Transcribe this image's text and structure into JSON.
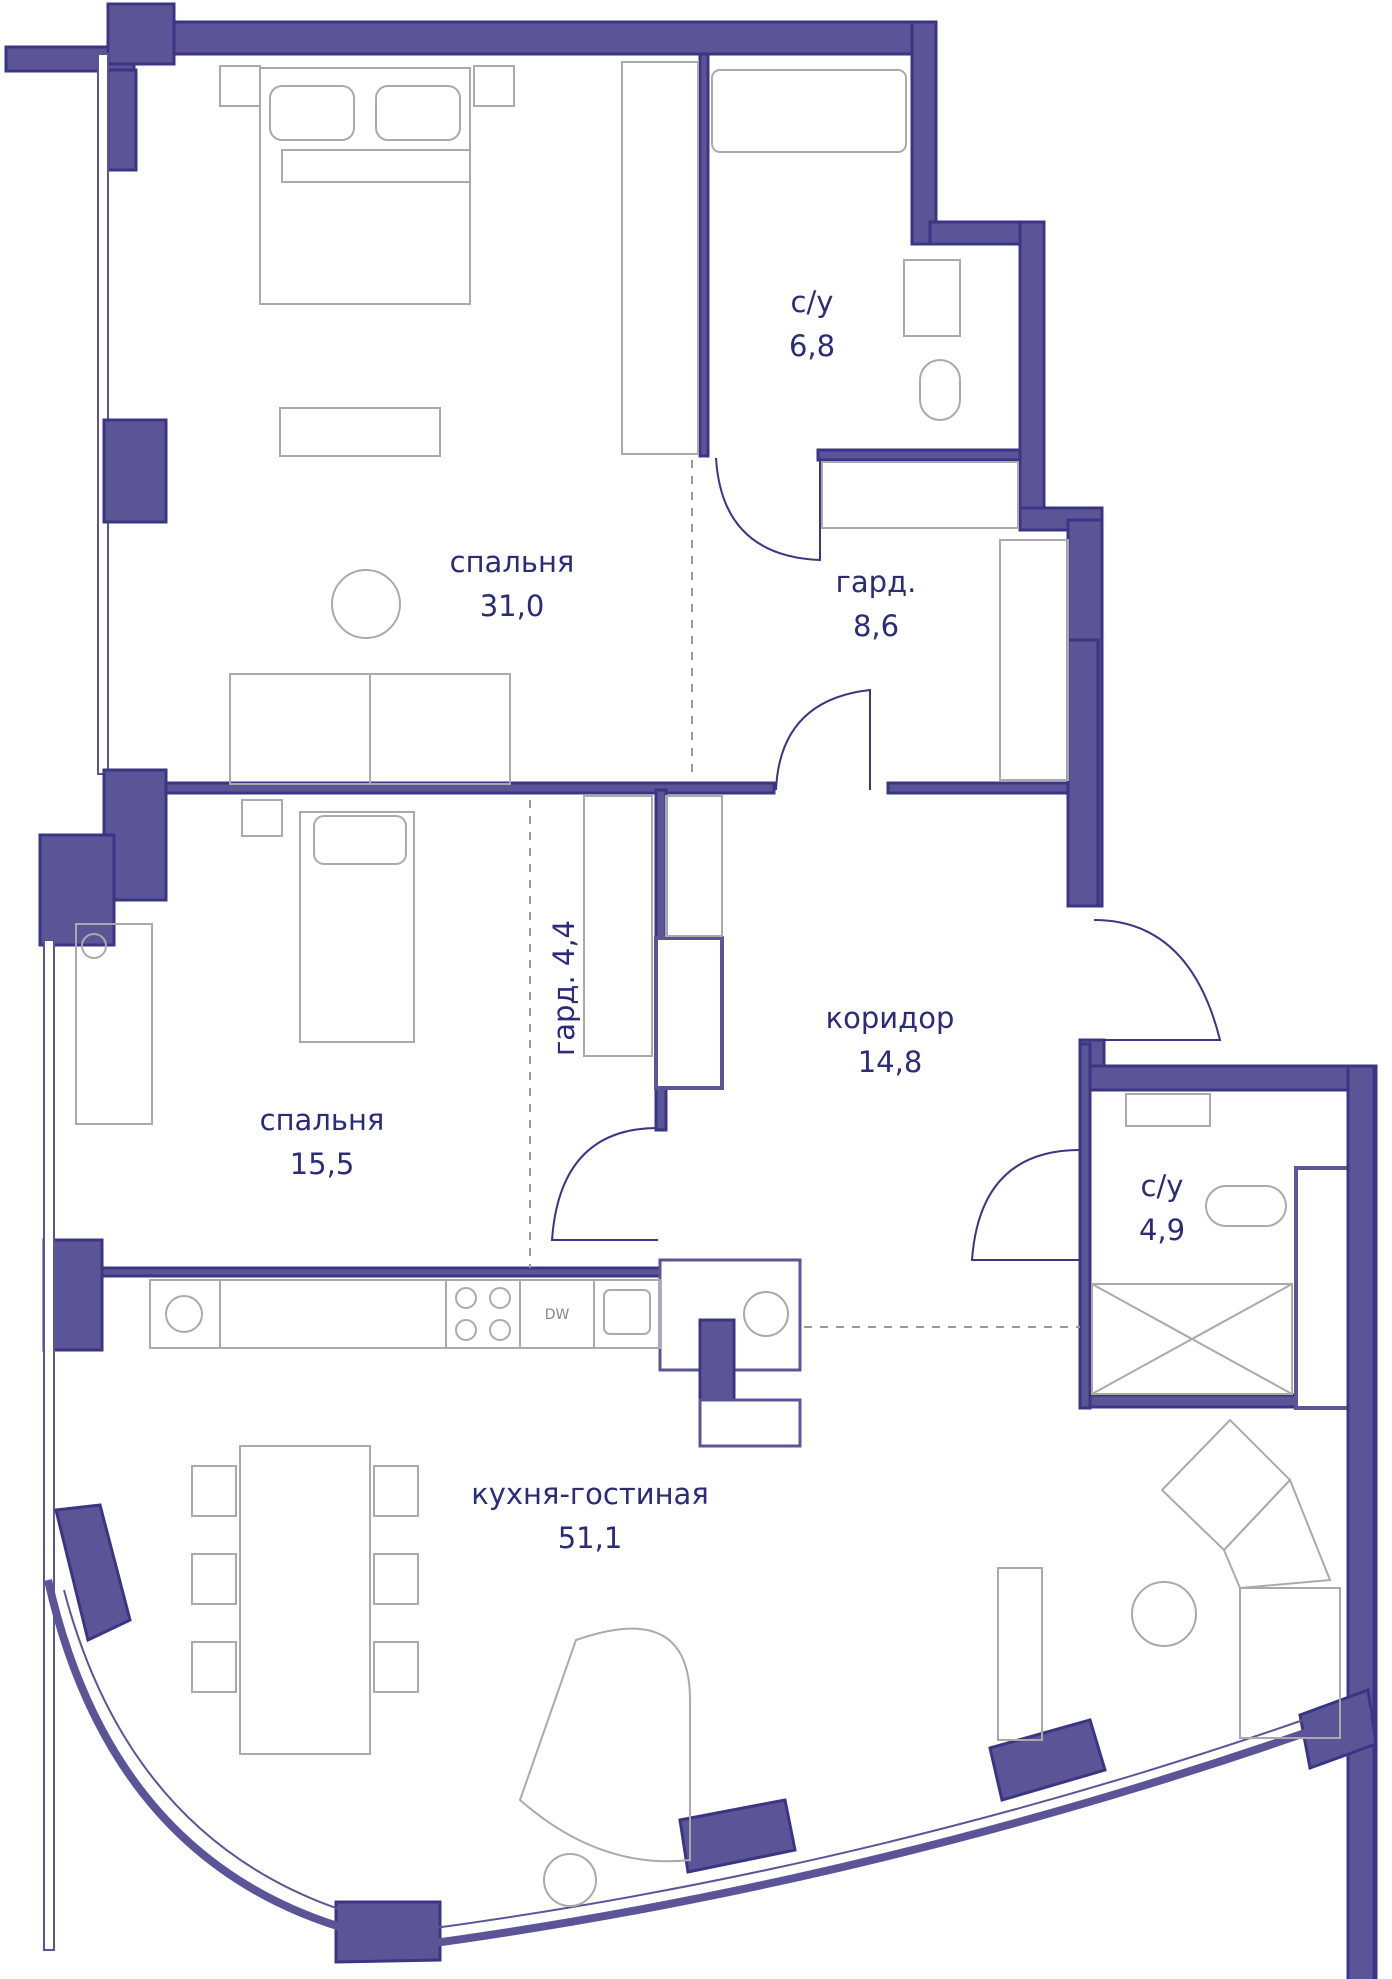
{
  "colors": {
    "wall": "#5b5597",
    "wall_dark": "#3b3584",
    "furniture": "#aaaaaa",
    "label": "#2b2b7a"
  },
  "rooms": {
    "bedroom_main": {
      "name": "спальня",
      "area": "31,0"
    },
    "bath_1": {
      "name": "с/у",
      "area": "6,8"
    },
    "wardrobe_1": {
      "name": "гард.",
      "area": "8,6"
    },
    "wardrobe_2": {
      "name": "гард. 4,4"
    },
    "corridor": {
      "name": "коридор",
      "area": "14,8"
    },
    "bedroom_2": {
      "name": "спальня",
      "area": "15,5"
    },
    "bath_2": {
      "name": "с/у",
      "area": "4,9"
    },
    "living": {
      "name": "кухня-гостиная",
      "area": "51,1"
    }
  },
  "appliances": {
    "dishwasher": "DW"
  }
}
